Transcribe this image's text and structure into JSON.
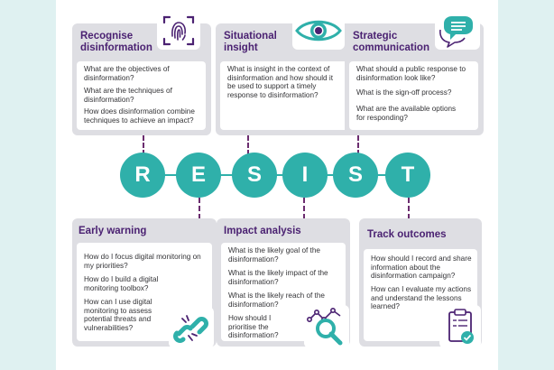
{
  "diagram": {
    "letters": [
      "R",
      "E",
      "S",
      "I",
      "S",
      "T"
    ],
    "colors": {
      "teal": "#2fb0aa",
      "purple": "#4b2272",
      "card": "#dedee3",
      "text": "#333336",
      "background": "#dff1f1"
    },
    "cards": {
      "recognise": {
        "title_line1": "Recognise",
        "title_line2": "disinformation",
        "icon": "fingerprint-scan-icon",
        "questions": [
          "What are the objectives of disinformation?",
          "What are the techniques of disinformation?",
          "How does disinformation combine techniques to achieve an impact?"
        ]
      },
      "situational": {
        "title_line1": "Situational",
        "title_line2": "insight",
        "icon": "eye-icon",
        "questions": [
          "What is insight in the context of disinformation and how should it be used to support a timely response to disinformation?"
        ]
      },
      "strategic": {
        "title_line1": "Strategic",
        "title_line2": "communication",
        "icon": "speech-bubbles-icon",
        "questions": [
          "What should a public response to disinformation look like?",
          "What is the sign-off process?",
          "What are the available options for responding?"
        ]
      },
      "early": {
        "title": "Early warning",
        "icon": "broken-link-icon",
        "questions": [
          "How do I focus digital monitoring on my priorities?",
          "How do I build a digital monitoring toolbox?",
          "How can I use digital monitoring to assess potential threats and vulnerabilities?"
        ]
      },
      "impact": {
        "title": "Impact analysis",
        "icon": "magnifier-graph-icon",
        "questions": [
          "What is the likely goal of the disinformation?",
          "What is the likely impact of the disinformation?",
          "What is the likely reach of the disinformation?",
          "How should I prioritise the disinformation?"
        ]
      },
      "track": {
        "title": "Track outcomes",
        "icon": "clipboard-checklist-icon",
        "questions": [
          "How should I record and share information about the disinformation campaign?",
          "How can I evaluate my actions and understand the lessons learned?"
        ]
      }
    }
  }
}
